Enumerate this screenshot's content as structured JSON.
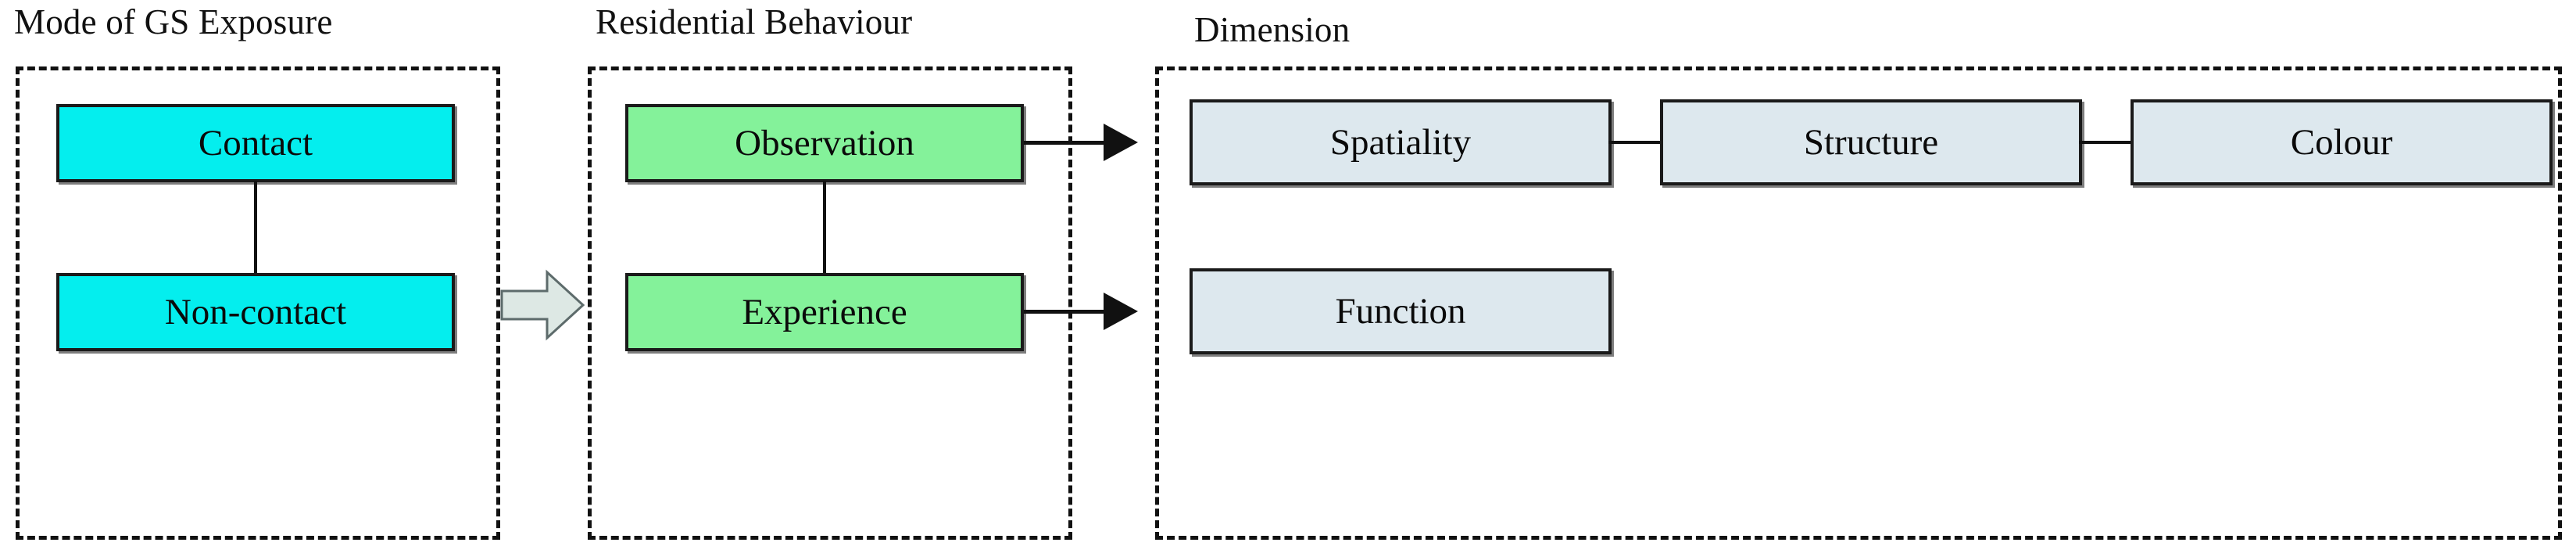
{
  "diagram": {
    "title": "Mode of GS Exposure / Residential Behaviour / Dimension flow",
    "colors": {
      "cyan": "#04eeee",
      "green": "#84f29a",
      "blue_grey": "#dde8ee",
      "block_arrow_fill": "#dde8e4",
      "stroke": "#111111",
      "background": "#ffffff"
    },
    "groups": [
      {
        "id": "mode-of-gs-exposure",
        "title": "Mode of GS Exposure",
        "nodes": [
          {
            "id": "contact",
            "label": "Contact",
            "fill": "cyan"
          },
          {
            "id": "non-contact",
            "label": "Non-contact",
            "fill": "cyan"
          }
        ]
      },
      {
        "id": "residential-behaviour",
        "title": "Residential Behaviour",
        "nodes": [
          {
            "id": "observation",
            "label": "Observation",
            "fill": "green"
          },
          {
            "id": "experience",
            "label": "Experience",
            "fill": "green"
          }
        ]
      },
      {
        "id": "dimension",
        "title": "Dimension",
        "nodes": [
          {
            "id": "spatiality",
            "label": "Spatiality",
            "fill": "blue_grey"
          },
          {
            "id": "structure",
            "label": "Structure",
            "fill": "blue_grey"
          },
          {
            "id": "colour",
            "label": "Colour",
            "fill": "blue_grey"
          },
          {
            "id": "function",
            "label": "Function",
            "fill": "blue_grey"
          }
        ]
      }
    ],
    "connectors": [
      {
        "id": "contact-to-non-contact",
        "type": "line",
        "from": "contact",
        "to": "non-contact"
      },
      {
        "id": "observation-to-experience",
        "type": "line",
        "from": "observation",
        "to": "experience"
      },
      {
        "id": "exposure-to-behaviour",
        "type": "block-arrow",
        "from": "mode-of-gs-exposure",
        "to": "residential-behaviour"
      },
      {
        "id": "observation-to-spatiality",
        "type": "arrow",
        "from": "observation",
        "to": "spatiality"
      },
      {
        "id": "experience-to-function",
        "type": "arrow",
        "from": "experience",
        "to": "function"
      },
      {
        "id": "spatiality-to-structure",
        "type": "line",
        "from": "spatiality",
        "to": "structure"
      },
      {
        "id": "structure-to-colour",
        "type": "line",
        "from": "structure",
        "to": "colour"
      }
    ]
  }
}
